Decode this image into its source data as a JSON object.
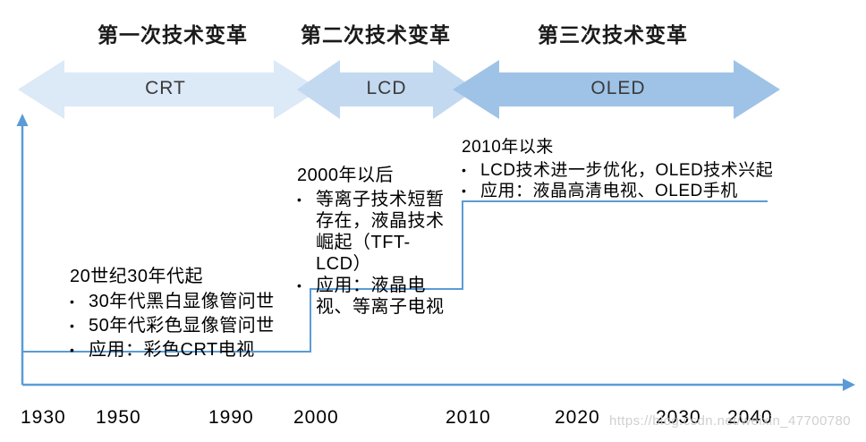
{
  "revolution_headers": [
    "第一次技术变革",
    "第二次技术变革",
    "第三次技术变革"
  ],
  "arrows": [
    {
      "label": "CRT",
      "color": "#DCE9F7"
    },
    {
      "label": "LCD",
      "color": "#C3D9F0"
    },
    {
      "label": "OLED",
      "color": "#9FC3E7"
    }
  ],
  "eras": [
    {
      "title": "20世纪30年代起",
      "bullets": [
        "30年代黑白显像管问世",
        "50年代彩色显像管问世",
        "应用：彩色CRT电视"
      ]
    },
    {
      "title": "2000年以后",
      "bullets": [
        "等离子技术短暂存在，液晶技术崛起（TFT-LCD）",
        "应用：液晶电视、等离子电视"
      ]
    },
    {
      "title": "2010年以来",
      "bullets": [
        "LCD技术进一步优化，OLED技术兴起",
        "应用：液晶高清电视、OLED手机"
      ]
    }
  ],
  "timeline": {
    "ticks": [
      "1930",
      "1950",
      "1990",
      "2000",
      "2010",
      "2020",
      "2030",
      "2040"
    ]
  },
  "bullet_char": "•",
  "watermark": "https://blog.csdn.net/weixin_47700780",
  "colors": {
    "axis": "#5B9BD5",
    "step_line": "#5B9BD5"
  }
}
